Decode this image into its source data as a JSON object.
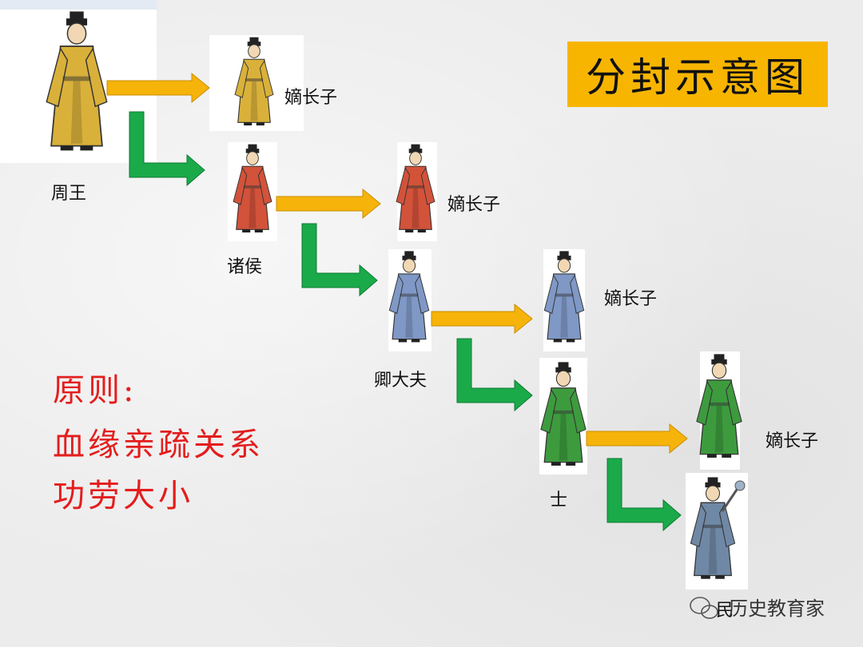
{
  "title": "分封示意图",
  "labels": {
    "zhou_wang": "周王",
    "zhuhou": "诸侯",
    "qing_dafu": "卿大夫",
    "shi": "士",
    "min": "民",
    "eldest_son": "嫡长子"
  },
  "principle": {
    "heading": "原则:",
    "line1": "血缘亲疏关系",
    "line2": "功劳大小"
  },
  "watermark": "历史教育家",
  "colors": {
    "title_bg": "#f7b500",
    "arrow_inherit": "#f6b30a",
    "arrow_enfeoff": "#1aaa4a",
    "principle_text": "#e41d1d",
    "king_robe": "#d9b13a",
    "zhuhou_robe": "#d2523a",
    "dafu_robe": "#7f98c6",
    "shi_robe": "#3d9b3e",
    "min_robe": "#6f88a5"
  }
}
